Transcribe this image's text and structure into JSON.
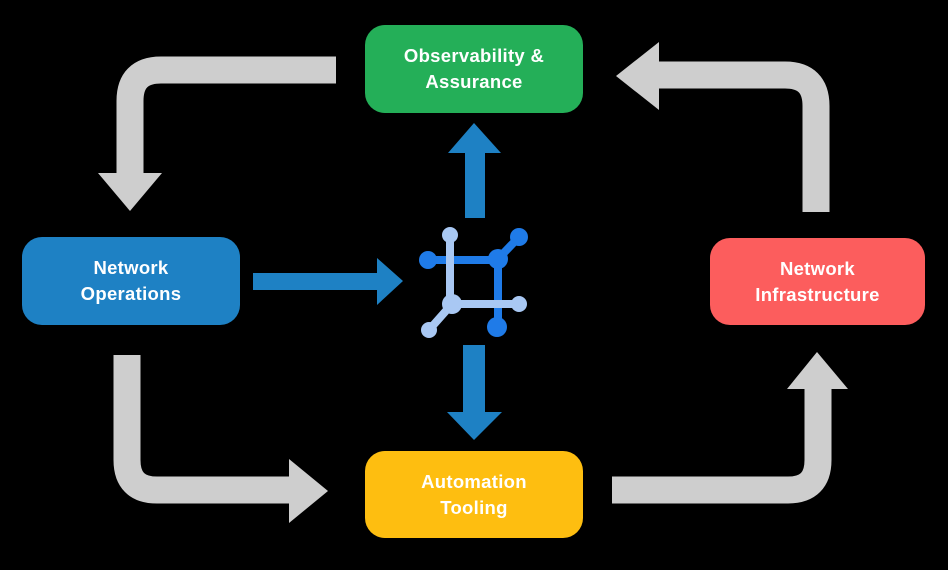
{
  "diagram": {
    "background": "#000000",
    "center_icon": "network-automation-icon",
    "nodes": {
      "observability": {
        "label": "Observability &\nAssurance",
        "color": "#24AF58"
      },
      "operations": {
        "label": "Network\nOperations",
        "color": "#1E81C4"
      },
      "infrastructure": {
        "label": "Network\nInfrastructure",
        "color": "#FC5D5D"
      },
      "automation": {
        "label": "Automation\nTooling",
        "color": "#FEBE10"
      }
    },
    "colors": {
      "cycle_arrow": "#CECECE",
      "flow_arrow": "#1E81C4",
      "icon_primary": "#1F7BE8",
      "icon_secondary": "#A9C8F3",
      "label_text": "#FFFFFF"
    },
    "arrows": {
      "cycle": [
        "observability-to-operations",
        "operations-to-automation",
        "automation-to-infrastructure",
        "infrastructure-to-observability"
      ],
      "flow": [
        "operations-to-center",
        "center-to-observability",
        "center-to-automation"
      ]
    }
  }
}
